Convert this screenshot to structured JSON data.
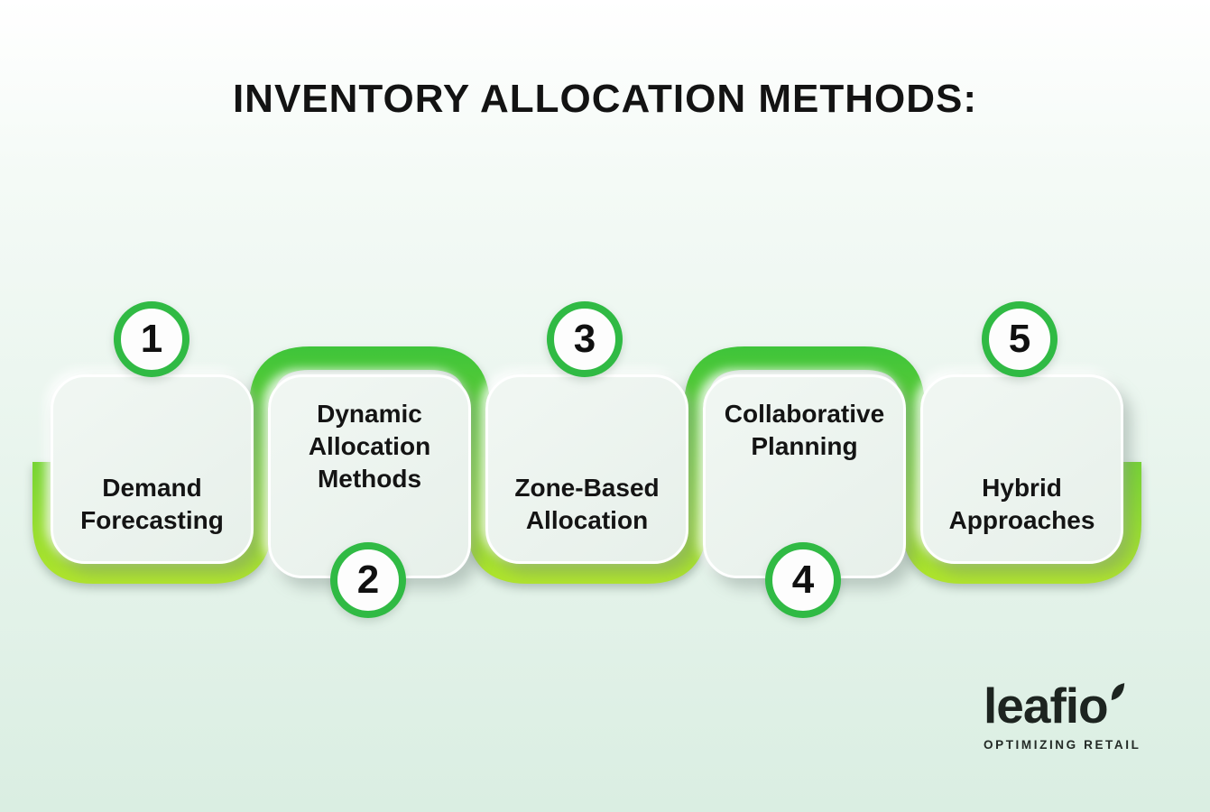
{
  "title": "INVENTORY ALLOCATION METHODS:",
  "cards": [
    {
      "number": "1",
      "label": "Demand Forecasting",
      "number_position": "top"
    },
    {
      "number": "2",
      "label": "Dynamic Allocation Methods",
      "number_position": "bottom"
    },
    {
      "number": "3",
      "label": "Zone-Based Allocation",
      "number_position": "top"
    },
    {
      "number": "4",
      "label": "Collaborative Planning",
      "number_position": "bottom"
    },
    {
      "number": "5",
      "label": "Hybrid Approaches",
      "number_position": "top"
    }
  ],
  "logo": {
    "name": "leafio",
    "tagline": "OPTIMIZING RETAIL"
  },
  "colors": {
    "ribbon_top": "#3ec43a",
    "ribbon_bottom": "#b2e52c",
    "circle_ring": "#30ba44",
    "title_text": "#131313",
    "card_text": "#141414",
    "logo_text": "#1d2420",
    "background_top": "#ffffff",
    "background_bottom": "#daeee2"
  }
}
